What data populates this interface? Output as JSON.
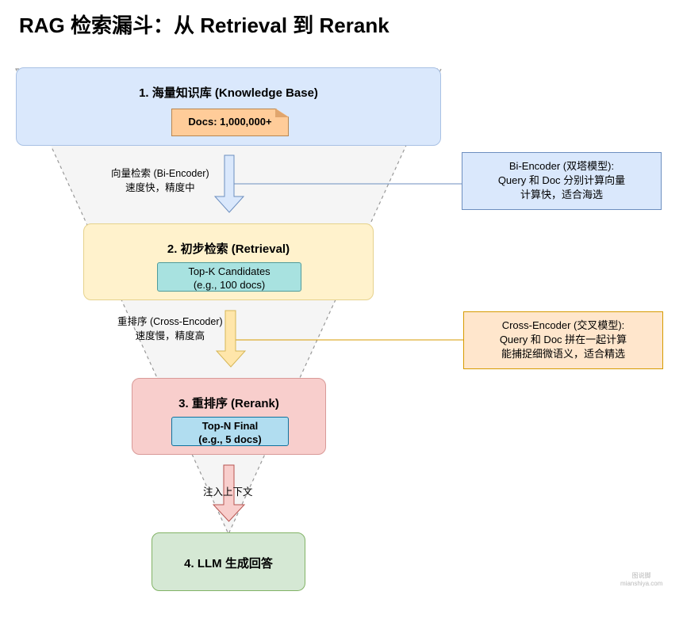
{
  "title": "RAG 检索漏斗：从 Retrieval 到 Rerank",
  "stages": [
    {
      "title": "1. 海量知识库 (Knowledge Base)",
      "chip": "Docs: 1,000,000+"
    },
    {
      "title": "2. 初步检索 (Retrieval)",
      "chip_line1": "Top-K Candidates",
      "chip_line2": "(e.g., 100 docs)"
    },
    {
      "title": "3. 重排序 (Rerank)",
      "chip_line1": "Top-N Final",
      "chip_line2": "(e.g., 5 docs)"
    },
    {
      "title": "4. LLM 生成回答"
    }
  ],
  "arrows": [
    {
      "line1": "向量检索 (Bi-Encoder)",
      "line2": "速度快，精度中",
      "fill": "#dae8fc",
      "stroke": "#6c8ebf"
    },
    {
      "line1": "重排序 (Cross-Encoder)",
      "line2": "速度慢，精度高",
      "fill": "#ffe6aa",
      "stroke": "#d6b656"
    },
    {
      "line1": "注入上下文",
      "fill": "#f8cecc",
      "stroke": "#b85450"
    }
  ],
  "notes": [
    {
      "line1": "Bi-Encoder (双塔模型):",
      "line2": "Query 和 Doc 分别计算向量",
      "line3": "计算快，适合海选"
    },
    {
      "line1": "Cross-Encoder (交叉模型):",
      "line2": "Query 和 Doc 拼在一起计算",
      "line3": "能捕捉细微语义，适合精选"
    }
  ],
  "watermark": {
    "line1": "图说脚",
    "line2": "mianshiya.com"
  }
}
